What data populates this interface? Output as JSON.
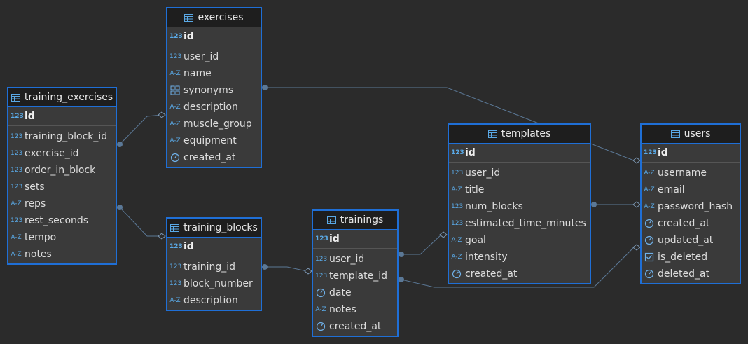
{
  "tables": [
    {
      "key": "exercises",
      "title": "exercises",
      "pk": {
        "icon": "numeric-type-icon",
        "text": "123",
        "name": "id"
      },
      "columns": [
        {
          "icon": "numeric-type-icon",
          "text": "123",
          "name": "user_id"
        },
        {
          "icon": "text-type-icon",
          "text": "A-Z",
          "name": "name"
        },
        {
          "icon": "array-type-icon",
          "text": "",
          "name": "synonyms"
        },
        {
          "icon": "text-type-icon",
          "text": "A-Z",
          "name": "description"
        },
        {
          "icon": "text-type-icon",
          "text": "A-Z",
          "name": "muscle_group"
        },
        {
          "icon": "text-type-icon",
          "text": "A-Z",
          "name": "equipment"
        },
        {
          "icon": "timestamp-type-icon",
          "text": "",
          "name": "created_at"
        }
      ]
    },
    {
      "key": "training_exercises",
      "title": "training_exercises",
      "pk": {
        "icon": "numeric-type-icon",
        "text": "123",
        "name": "id"
      },
      "columns": [
        {
          "icon": "numeric-type-icon",
          "text": "123",
          "name": "training_block_id"
        },
        {
          "icon": "numeric-type-icon",
          "text": "123",
          "name": "exercise_id"
        },
        {
          "icon": "numeric-type-icon",
          "text": "123",
          "name": "order_in_block"
        },
        {
          "icon": "numeric-type-icon",
          "text": "123",
          "name": "sets"
        },
        {
          "icon": "text-type-icon",
          "text": "A-Z",
          "name": "reps"
        },
        {
          "icon": "numeric-type-icon",
          "text": "123",
          "name": "rest_seconds"
        },
        {
          "icon": "text-type-icon",
          "text": "A-Z",
          "name": "tempo"
        },
        {
          "icon": "text-type-icon",
          "text": "A-Z",
          "name": "notes"
        }
      ]
    },
    {
      "key": "training_blocks",
      "title": "training_blocks",
      "pk": {
        "icon": "numeric-type-icon",
        "text": "123",
        "name": "id"
      },
      "columns": [
        {
          "icon": "numeric-type-icon",
          "text": "123",
          "name": "training_id"
        },
        {
          "icon": "numeric-type-icon",
          "text": "123",
          "name": "block_number"
        },
        {
          "icon": "text-type-icon",
          "text": "A-Z",
          "name": "description"
        }
      ]
    },
    {
      "key": "trainings",
      "title": "trainings",
      "pk": {
        "icon": "numeric-type-icon",
        "text": "123",
        "name": "id"
      },
      "columns": [
        {
          "icon": "numeric-type-icon",
          "text": "123",
          "name": "user_id"
        },
        {
          "icon": "numeric-type-icon",
          "text": "123",
          "name": "template_id"
        },
        {
          "icon": "timestamp-type-icon",
          "text": "",
          "name": "date"
        },
        {
          "icon": "text-type-icon",
          "text": "A-Z",
          "name": "notes"
        },
        {
          "icon": "timestamp-type-icon",
          "text": "",
          "name": "created_at"
        }
      ]
    },
    {
      "key": "templates",
      "title": "templates",
      "pk": {
        "icon": "numeric-type-icon",
        "text": "123",
        "name": "id"
      },
      "columns": [
        {
          "icon": "numeric-type-icon",
          "text": "123",
          "name": "user_id"
        },
        {
          "icon": "text-type-icon",
          "text": "A-Z",
          "name": "title"
        },
        {
          "icon": "numeric-type-icon",
          "text": "123",
          "name": "num_blocks"
        },
        {
          "icon": "numeric-type-icon",
          "text": "123",
          "name": "estimated_time_minutes"
        },
        {
          "icon": "text-type-icon",
          "text": "A-Z",
          "name": "goal"
        },
        {
          "icon": "text-type-icon",
          "text": "A-Z",
          "name": "intensity"
        },
        {
          "icon": "timestamp-type-icon",
          "text": "",
          "name": "created_at"
        }
      ]
    },
    {
      "key": "users",
      "title": "users",
      "pk": {
        "icon": "numeric-type-icon",
        "text": "123",
        "name": "id"
      },
      "columns": [
        {
          "icon": "text-type-icon",
          "text": "A-Z",
          "name": "username"
        },
        {
          "icon": "text-type-icon",
          "text": "A-Z",
          "name": "email"
        },
        {
          "icon": "text-type-icon",
          "text": "A-Z",
          "name": "password_hash"
        },
        {
          "icon": "timestamp-type-icon",
          "text": "",
          "name": "created_at"
        },
        {
          "icon": "timestamp-type-icon",
          "text": "",
          "name": "updated_at"
        },
        {
          "icon": "boolean-type-icon",
          "text": "",
          "name": "is_deleted"
        },
        {
          "icon": "timestamp-type-icon",
          "text": "",
          "name": "deleted_at"
        }
      ]
    }
  ],
  "relationships": [
    {
      "from": "exercises",
      "to": "users"
    },
    {
      "from": "training_exercises",
      "to": "exercises"
    },
    {
      "from": "training_exercises",
      "to": "training_blocks"
    },
    {
      "from": "training_blocks",
      "to": "trainings"
    },
    {
      "from": "trainings",
      "to": "templates"
    },
    {
      "from": "trainings",
      "to": "users"
    },
    {
      "from": "templates",
      "to": "users"
    }
  ],
  "colors": {
    "background": "#2b2b2b",
    "table_border": "#1f6fd6",
    "header_bg": "#1e1e1e",
    "row_bg": "#3a3a3a",
    "type_icon": "#5aa9e6",
    "connector": "#5b7896"
  }
}
